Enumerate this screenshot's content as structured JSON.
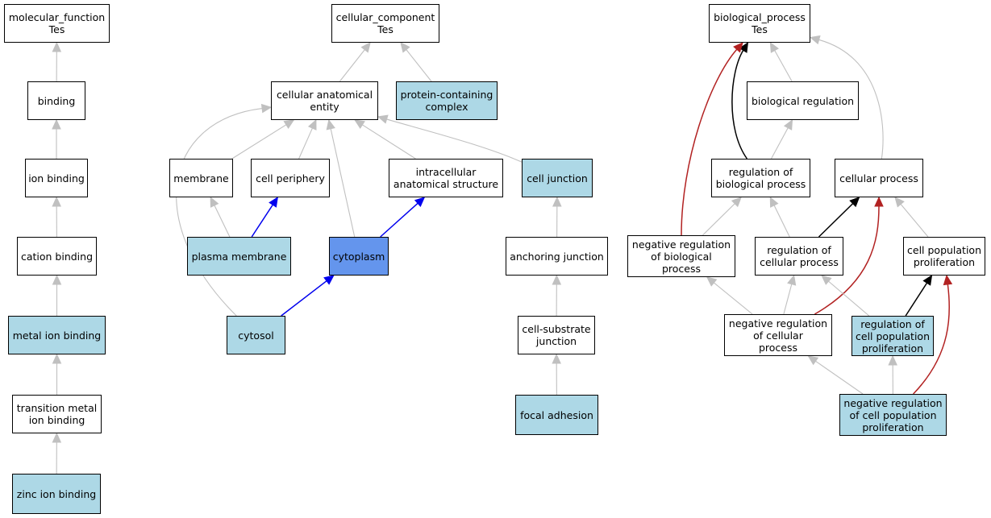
{
  "colors": {
    "node_fill": "#ffffff",
    "annotated_fill": "#add8e6",
    "focus_fill": "#6495ed",
    "edge_default": "#c0c0c0",
    "edge_black": "#000000",
    "edge_blue": "#0000ee",
    "edge_red": "#b22222"
  },
  "nodes": {
    "mf": {
      "label": "molecular_function\nTes",
      "style": "plain"
    },
    "binding": {
      "label": "binding",
      "style": "plain"
    },
    "ion_binding": {
      "label": "ion binding",
      "style": "plain"
    },
    "cation_binding": {
      "label": "cation binding",
      "style": "plain"
    },
    "metal_ion_binding": {
      "label": "metal ion binding",
      "style": "annotated"
    },
    "transition_metal": {
      "label": "transition metal\nion binding",
      "style": "plain"
    },
    "zinc_ion_binding": {
      "label": "zinc ion binding",
      "style": "annotated"
    },
    "cc": {
      "label": "cellular_component\nTes",
      "style": "plain"
    },
    "cae": {
      "label": "cellular anatomical\nentity",
      "style": "plain"
    },
    "pcc": {
      "label": "protein-containing\ncomplex",
      "style": "annotated"
    },
    "membrane": {
      "label": "membrane",
      "style": "plain"
    },
    "cell_periphery": {
      "label": "cell periphery",
      "style": "plain"
    },
    "ias": {
      "label": "intracellular\nanatomical structure",
      "style": "plain"
    },
    "cell_junction": {
      "label": "cell junction",
      "style": "annotated"
    },
    "plasma_membrane": {
      "label": "plasma membrane",
      "style": "annotated"
    },
    "cytoplasm": {
      "label": "cytoplasm",
      "style": "focus"
    },
    "anchoring_junction": {
      "label": "anchoring junction",
      "style": "plain"
    },
    "cytosol": {
      "label": "cytosol",
      "style": "annotated"
    },
    "csj": {
      "label": "cell-substrate\njunction",
      "style": "plain"
    },
    "focal_adhesion": {
      "label": "focal adhesion",
      "style": "annotated"
    },
    "bp": {
      "label": "biological_process\nTes",
      "style": "plain"
    },
    "bio_reg": {
      "label": "biological regulation",
      "style": "plain"
    },
    "reg_bp": {
      "label": "regulation of\nbiological process",
      "style": "plain"
    },
    "cellular_process": {
      "label": "cellular process",
      "style": "plain"
    },
    "neg_reg_bp": {
      "label": "negative regulation\nof biological\nprocess",
      "style": "plain"
    },
    "reg_cp": {
      "label": "regulation of\ncellular process",
      "style": "plain"
    },
    "cpp": {
      "label": "cell population\nproliferation",
      "style": "plain"
    },
    "neg_reg_cp": {
      "label": "negative regulation\nof cellular\nprocess",
      "style": "plain"
    },
    "reg_cpp": {
      "label": "regulation of\ncell population\nproliferation",
      "style": "annotated"
    },
    "neg_reg_cpp": {
      "label": "negative regulation\nof cell population\nproliferation",
      "style": "annotated"
    }
  },
  "edges": [
    {
      "from": "binding",
      "to": "mf",
      "color": "edge_default"
    },
    {
      "from": "ion_binding",
      "to": "binding",
      "color": "edge_default"
    },
    {
      "from": "cation_binding",
      "to": "ion_binding",
      "color": "edge_default"
    },
    {
      "from": "metal_ion_binding",
      "to": "cation_binding",
      "color": "edge_default"
    },
    {
      "from": "transition_metal",
      "to": "metal_ion_binding",
      "color": "edge_default"
    },
    {
      "from": "zinc_ion_binding",
      "to": "transition_metal",
      "color": "edge_default"
    },
    {
      "from": "cae",
      "to": "cc",
      "color": "edge_default"
    },
    {
      "from": "pcc",
      "to": "cc",
      "color": "edge_default"
    },
    {
      "from": "membrane",
      "to": "cae",
      "color": "edge_default"
    },
    {
      "from": "cell_periphery",
      "to": "cae",
      "color": "edge_default"
    },
    {
      "from": "ias",
      "to": "cae",
      "color": "edge_default"
    },
    {
      "from": "cell_junction",
      "to": "cae",
      "color": "edge_default"
    },
    {
      "from": "cytoplasm",
      "to": "cae",
      "color": "edge_default"
    },
    {
      "from": "cytosol",
      "to": "cae",
      "color": "edge_default"
    },
    {
      "from": "plasma_membrane",
      "to": "membrane",
      "color": "edge_default"
    },
    {
      "from": "plasma_membrane",
      "to": "cell_periphery",
      "color": "edge_blue"
    },
    {
      "from": "cytoplasm",
      "to": "ias",
      "color": "edge_blue"
    },
    {
      "from": "cytosol",
      "to": "cytoplasm",
      "color": "edge_blue"
    },
    {
      "from": "anchoring_junction",
      "to": "cell_junction",
      "color": "edge_default"
    },
    {
      "from": "csj",
      "to": "anchoring_junction",
      "color": "edge_default"
    },
    {
      "from": "focal_adhesion",
      "to": "csj",
      "color": "edge_default"
    },
    {
      "from": "bio_reg",
      "to": "bp",
      "color": "edge_default"
    },
    {
      "from": "cellular_process",
      "to": "bp",
      "color": "edge_default"
    },
    {
      "from": "reg_bp",
      "to": "bp",
      "color": "edge_black"
    },
    {
      "from": "neg_reg_bp",
      "to": "bp",
      "color": "edge_red"
    },
    {
      "from": "reg_bp",
      "to": "bio_reg",
      "color": "edge_default"
    },
    {
      "from": "neg_reg_bp",
      "to": "reg_bp",
      "color": "edge_default"
    },
    {
      "from": "reg_cp",
      "to": "reg_bp",
      "color": "edge_default"
    },
    {
      "from": "reg_cp",
      "to": "cellular_process",
      "color": "edge_black"
    },
    {
      "from": "cpp",
      "to": "cellular_process",
      "color": "edge_default"
    },
    {
      "from": "neg_reg_cp",
      "to": "cellular_process",
      "color": "edge_red"
    },
    {
      "from": "neg_reg_cp",
      "to": "neg_reg_bp",
      "color": "edge_default"
    },
    {
      "from": "neg_reg_cp",
      "to": "reg_cp",
      "color": "edge_default"
    },
    {
      "from": "reg_cpp",
      "to": "reg_cp",
      "color": "edge_default"
    },
    {
      "from": "reg_cpp",
      "to": "cpp",
      "color": "edge_black"
    },
    {
      "from": "neg_reg_cpp",
      "to": "neg_reg_cp",
      "color": "edge_default"
    },
    {
      "from": "neg_reg_cpp",
      "to": "reg_cpp",
      "color": "edge_default"
    },
    {
      "from": "neg_reg_cpp",
      "to": "cpp",
      "color": "edge_red"
    }
  ]
}
